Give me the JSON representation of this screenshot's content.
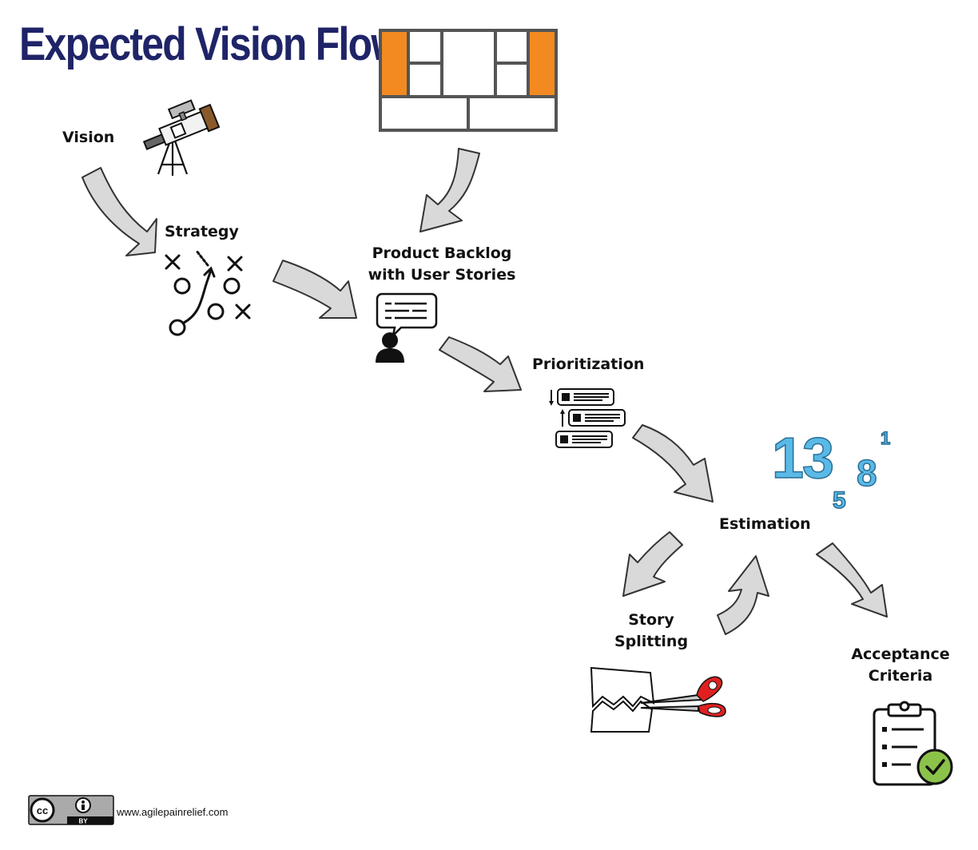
{
  "title": "Expected Vision Flow",
  "nodes": {
    "vision": "Vision",
    "strategy": "Strategy",
    "backlog_line1": "Product Backlog",
    "backlog_line2": "with User Stories",
    "prioritization": "Prioritization",
    "estimation": "Estimation",
    "splitting_line1": "Story",
    "splitting_line2": "Splitting",
    "acceptance_line1": "Acceptance",
    "acceptance_line2": "Criteria"
  },
  "estimation_numbers": [
    "1",
    "3",
    "8",
    "1",
    "5"
  ],
  "footer": {
    "license_cc": "cc",
    "license_by": "BY",
    "url": "www.agilepainrelief.com"
  },
  "colors": {
    "title": "#1f2468",
    "canvas_accent": "#f28a21",
    "arrow_fill": "#d9d9d9",
    "numbers": "#5ab9e6",
    "scissors": "#e02020",
    "check": "#8bc34a"
  },
  "icons": [
    "telescope-icon",
    "canvas-grid-icon",
    "play-diagram-icon",
    "user-story-icon",
    "prioritization-list-icon",
    "estimation-numbers-icon",
    "scissors-paper-icon",
    "clipboard-check-icon",
    "cc-license-icon"
  ]
}
